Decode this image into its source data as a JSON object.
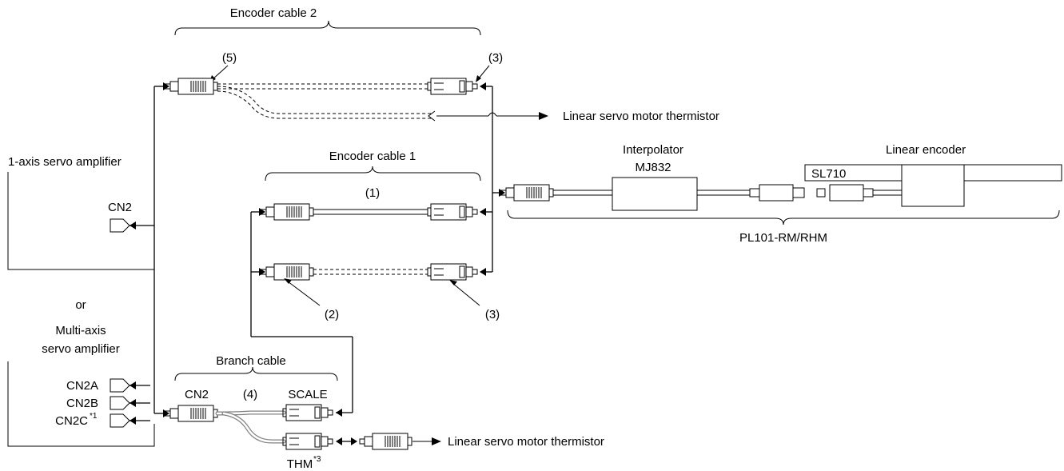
{
  "labels": {
    "encoder_cable_2": "Encoder cable 2",
    "encoder_cable_1": "Encoder cable 1",
    "num_1": "(1)",
    "num_2": "(2)",
    "num_3_top": "(3)",
    "num_3_bottom": "(3)",
    "num_4": "(4)",
    "num_5": "(5)",
    "linear_motor_thermistor_top": "Linear servo motor thermistor",
    "linear_motor_thermistor_bottom": "Linear servo motor thermistor",
    "one_axis_amp": "1-axis servo amplifier",
    "cn2_amp": "CN2",
    "or": "or",
    "multi_axis_line1": "Multi-axis",
    "multi_axis_line2": "servo amplifier",
    "cn2a": "CN2A",
    "cn2b": "CN2B",
    "cn2c": "CN2C",
    "cn2c_note": "*1",
    "branch_cable": "Branch cable",
    "branch_cn2": "CN2",
    "branch_scale": "SCALE",
    "thm": "THM",
    "thm_note": "*3",
    "interpolator_line1": "Interpolator",
    "interpolator_line2": "MJ832",
    "linear_encoder": "Linear encoder",
    "sl710": "SL710",
    "pl101": "PL101-RM/RHM"
  },
  "colors": {
    "line": "#000000",
    "cable_fill": "#808080",
    "background": "#ffffff"
  }
}
